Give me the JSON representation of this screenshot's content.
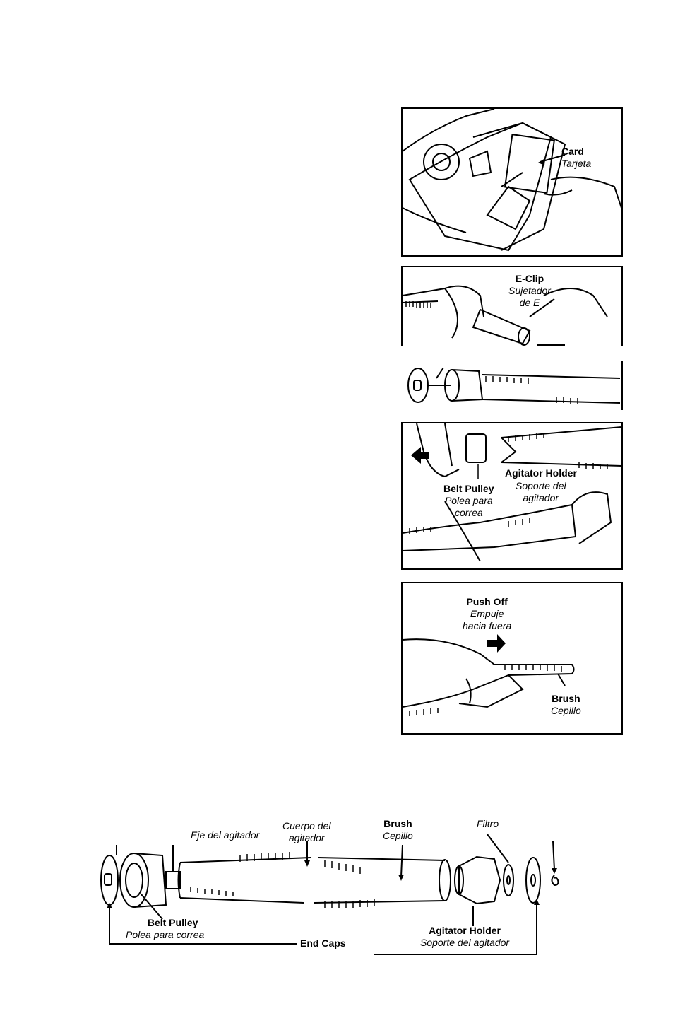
{
  "step1": {
    "card_en": "Card",
    "card_es": "Tarjeta"
  },
  "step2": {
    "eclip_en": "E-Clip",
    "eclip_es_1": "Sujetador",
    "eclip_es_2": "de E"
  },
  "step4": {
    "belt_pulley_en": "Belt Pulley",
    "belt_pulley_es_1": "Polea para",
    "belt_pulley_es_2": "correa",
    "agitator_holder_en": "Agitator Holder",
    "agitator_holder_es_1": "Soporte del",
    "agitator_holder_es_2": "agitador"
  },
  "step5": {
    "push_off_en": "Push Off",
    "push_off_es_1": "Empuje",
    "push_off_es_2": "hacia fuera",
    "brush_en": "Brush",
    "brush_es": "Cepillo"
  },
  "exploded": {
    "eje": "Eje del agitador",
    "cuerpo_1": "Cuerpo del",
    "cuerpo_2": "agitador",
    "brush_en": "Brush",
    "brush_es": "Cepillo",
    "filtro": "Filtro",
    "belt_pulley_en": "Belt Pulley",
    "belt_pulley_es": "Polea para correa",
    "end_caps": "End Caps",
    "agitator_holder_en": "Agitator Holder",
    "agitator_holder_es": "Soporte del agitador"
  }
}
